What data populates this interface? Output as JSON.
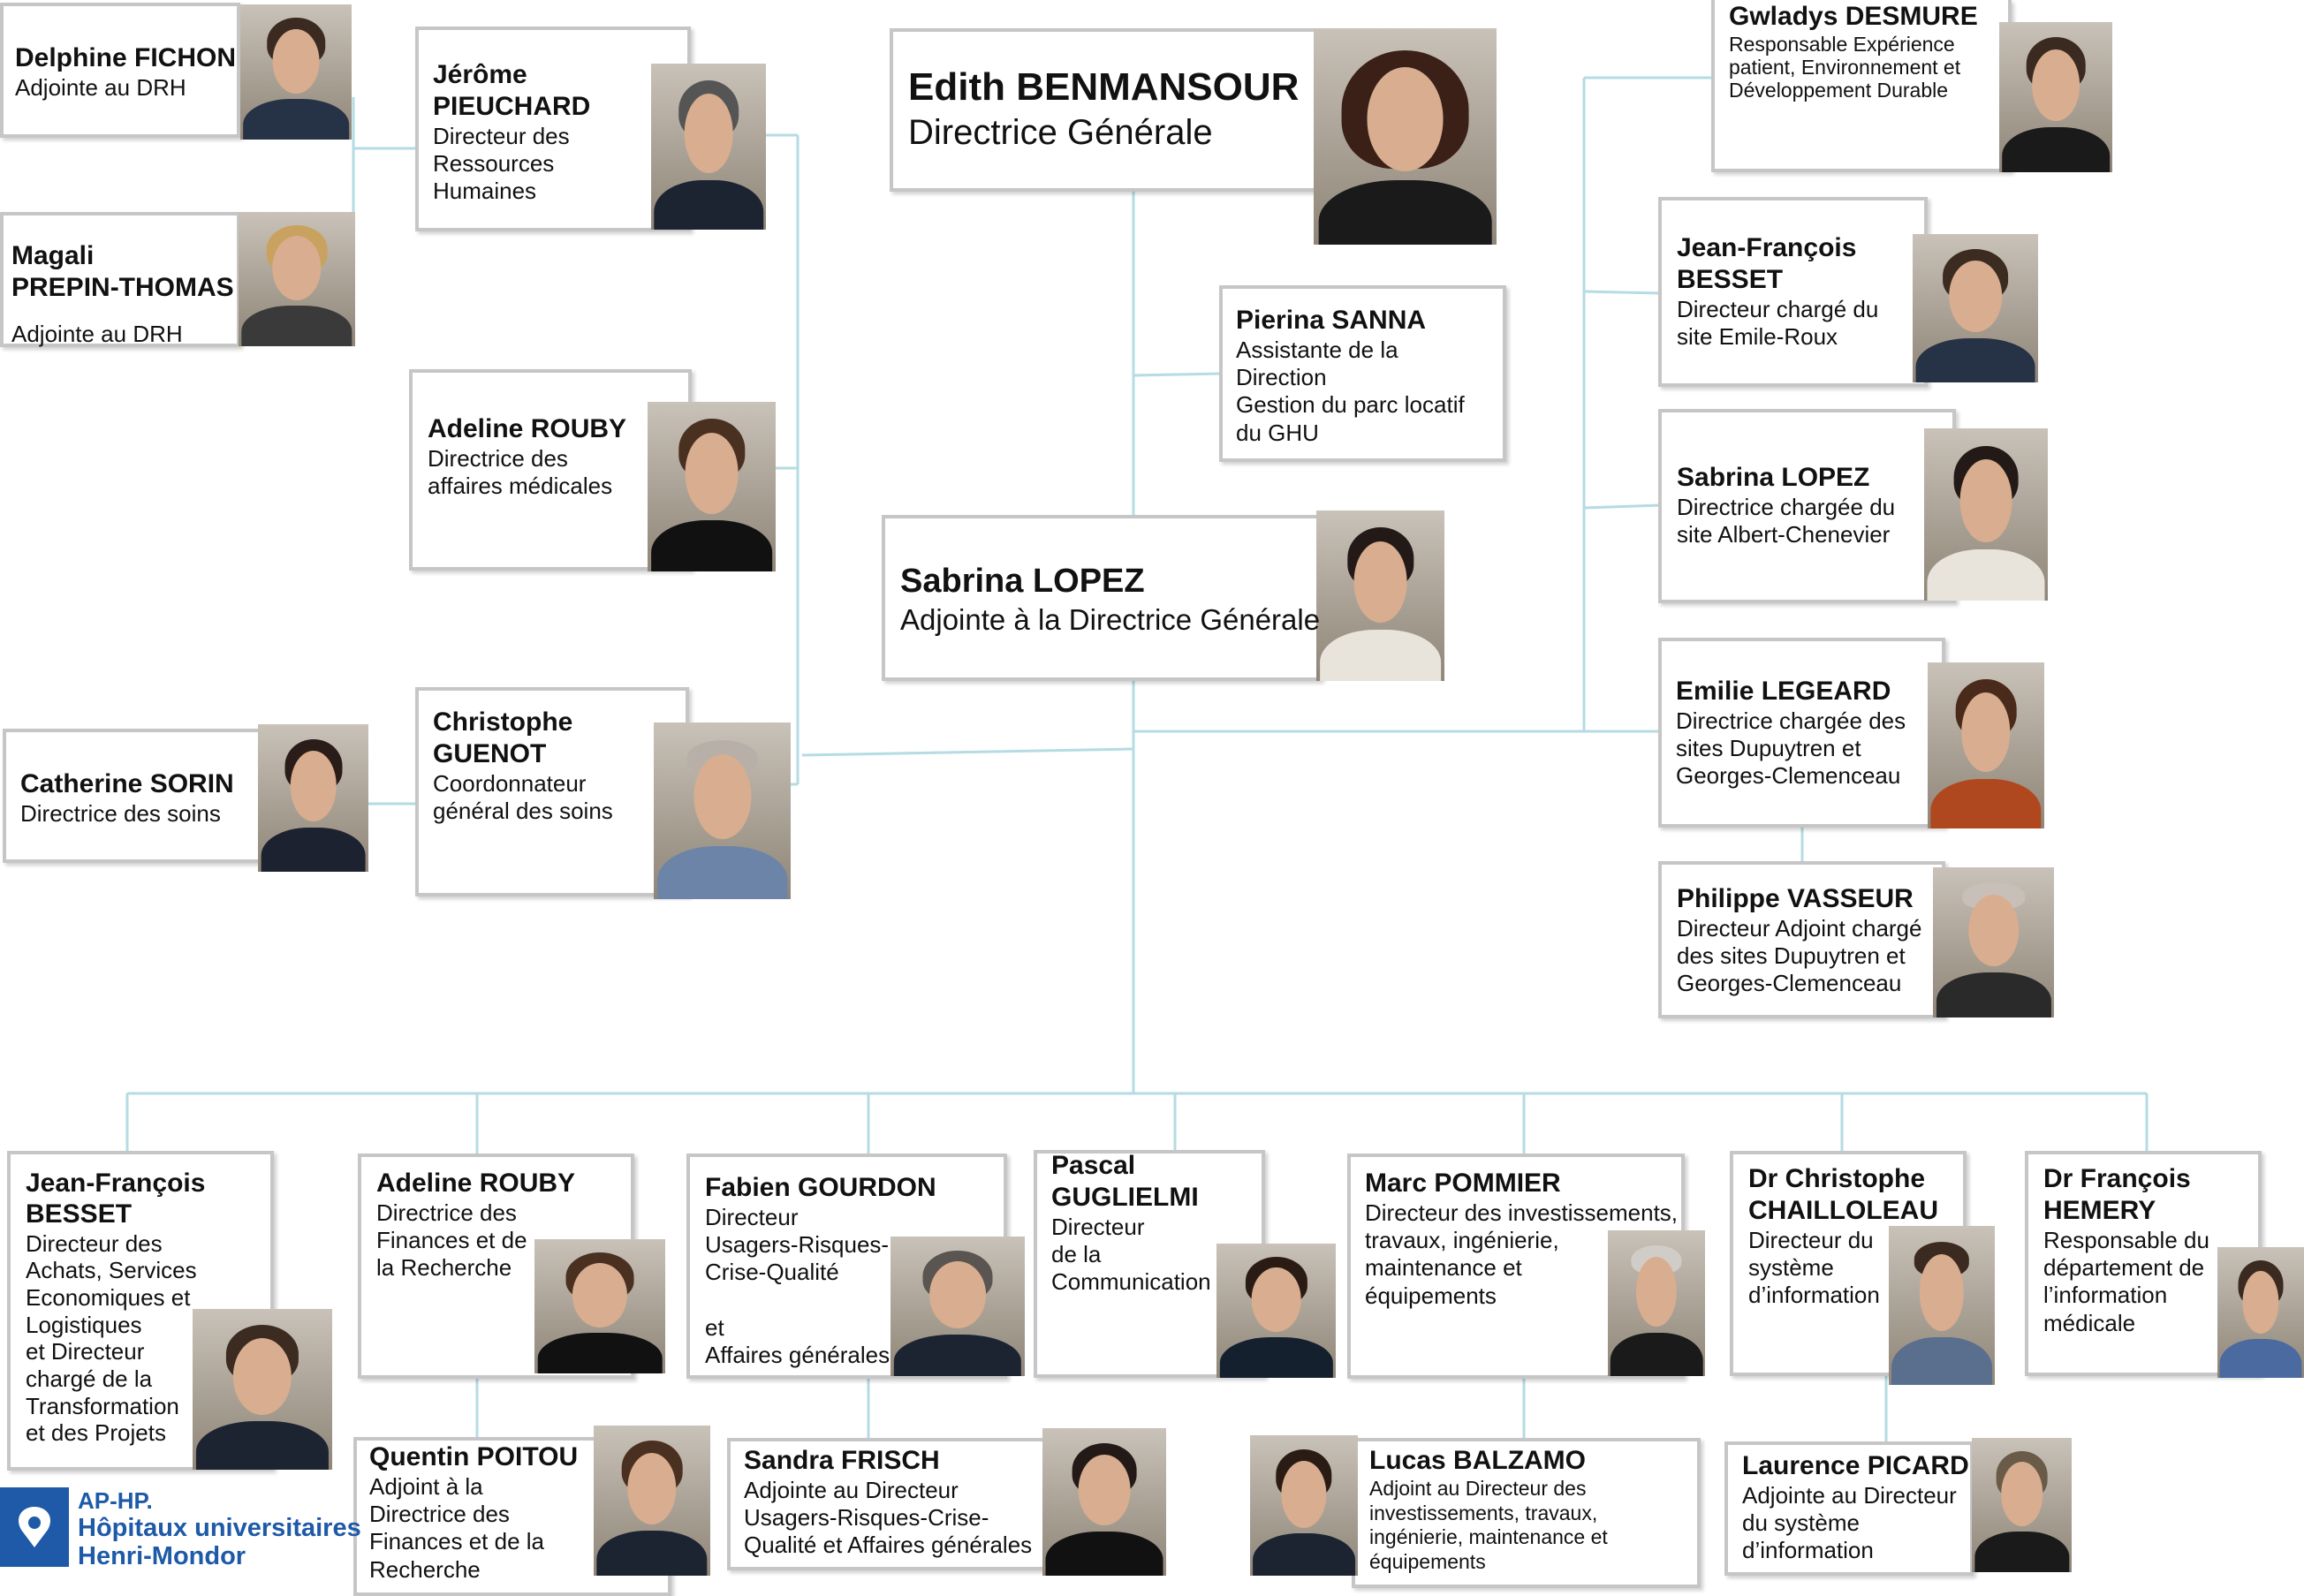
{
  "colors": {
    "connector": "#b5dbe3",
    "box_border": "#c6c6c6",
    "logo_blue": "#1e5aa8"
  },
  "people": {
    "delphine_fichon": {
      "name": "Delphine FICHON",
      "role": "Adjointe au DRH"
    },
    "magali_prepin": {
      "name": "Magali\nPREPIN-THOMAS",
      "role": "Adjointe au DRH"
    },
    "jerome_pieuchard": {
      "name": "Jérôme\nPIEUCHARD",
      "role": "Directeur des\nRessources\nHumaines"
    },
    "edith_benmansour": {
      "name": "Edith BENMANSOUR",
      "role": "Directrice Générale"
    },
    "gwladys_desmure": {
      "name": "Gwladys DESMURE",
      "role": "Responsable Expérience\npatient, Environnement et\nDéveloppement Durable"
    },
    "jf_besset_top": {
      "name": "Jean-François\nBESSET",
      "role": "Directeur chargé du\nsite Emile-Roux"
    },
    "pierina_sanna": {
      "name": "Pierina SANNA",
      "role": "Assistante de la\nDirection\nGestion du parc locatif\ndu GHU"
    },
    "adeline_rouby_top": {
      "name": "Adeline ROUBY",
      "role": "Directrice des\naffaires médicales"
    },
    "sabrina_lopez_right": {
      "name": "Sabrina LOPEZ",
      "role": "Directrice chargée du\nsite Albert-Chenevier"
    },
    "sabrina_lopez_center": {
      "name": "Sabrina LOPEZ",
      "role": "Adjointe à la Directrice Générale"
    },
    "emilie_legeard": {
      "name": "Emilie LEGEARD",
      "role": "Directrice chargée des\nsites Dupuytren et\nGeorges-Clemenceau"
    },
    "catherine_sorin": {
      "name": "Catherine SORIN",
      "role": "Directrice des soins"
    },
    "christophe_guenot": {
      "name": "Christophe\nGUENOT",
      "role": "Coordonnateur\ngénéral des soins"
    },
    "philippe_vasseur": {
      "name": "Philippe VASSEUR",
      "role": "Directeur Adjoint chargé\ndes sites Dupuytren et\nGeorges-Clemenceau"
    },
    "jf_besset_bottom": {
      "name": "Jean-François\nBESSET",
      "role": "Directeur des\nAchats, Services\nEconomiques et\nLogistiques\net Directeur\nchargé de la\nTransformation\net des Projets"
    },
    "adeline_rouby_bottom": {
      "name": "Adeline ROUBY",
      "role": "Directrice des\nFinances et de\nla Recherche"
    },
    "fabien_gourdon": {
      "name": "Fabien GOURDON",
      "role": "Directeur\nUsagers-Risques-\nCrise-Qualité\n\net\nAffaires générales"
    },
    "pascal_guglielmi": {
      "name": "Pascal\nGUGLIELMI",
      "role": "Directeur\nde la\nCommunication"
    },
    "marc_pommier": {
      "name": "Marc POMMIER",
      "role": "Directeur des investissements,\ntravaux, ingénierie,\nmaintenance et\néquipements"
    },
    "christophe_chailloleau": {
      "name": "Dr Christophe\nCHAILLOLEAU",
      "role": "Directeur du\nsystème\nd’information"
    },
    "francois_hemery": {
      "name": "Dr François\nHEMERY",
      "role": "Responsable du\ndépartement de\nl’information\nmédicale"
    },
    "quentin_poitou": {
      "name": "Quentin POITOU",
      "role": "Adjoint à la\nDirectrice des\nFinances et de la\nRecherche"
    },
    "sandra_frisch": {
      "name": "Sandra FRISCH",
      "role": "Adjointe au Directeur\nUsagers-Risques-Crise-\nQualité et Affaires générales"
    },
    "lucas_balzamo": {
      "name": "Lucas BALZAMO",
      "role": "Adjoint au Directeur des\ninvestissements, travaux,\ningénierie, maintenance et\néquipements"
    },
    "laurence_picard": {
      "name": "Laurence PICARD",
      "role": "Adjointe au Directeur\ndu système\nd’information"
    }
  },
  "logo": {
    "line1": "AP-HP.",
    "line2": "Hôpitaux universitaires",
    "line3": "Henri-Mondor"
  }
}
